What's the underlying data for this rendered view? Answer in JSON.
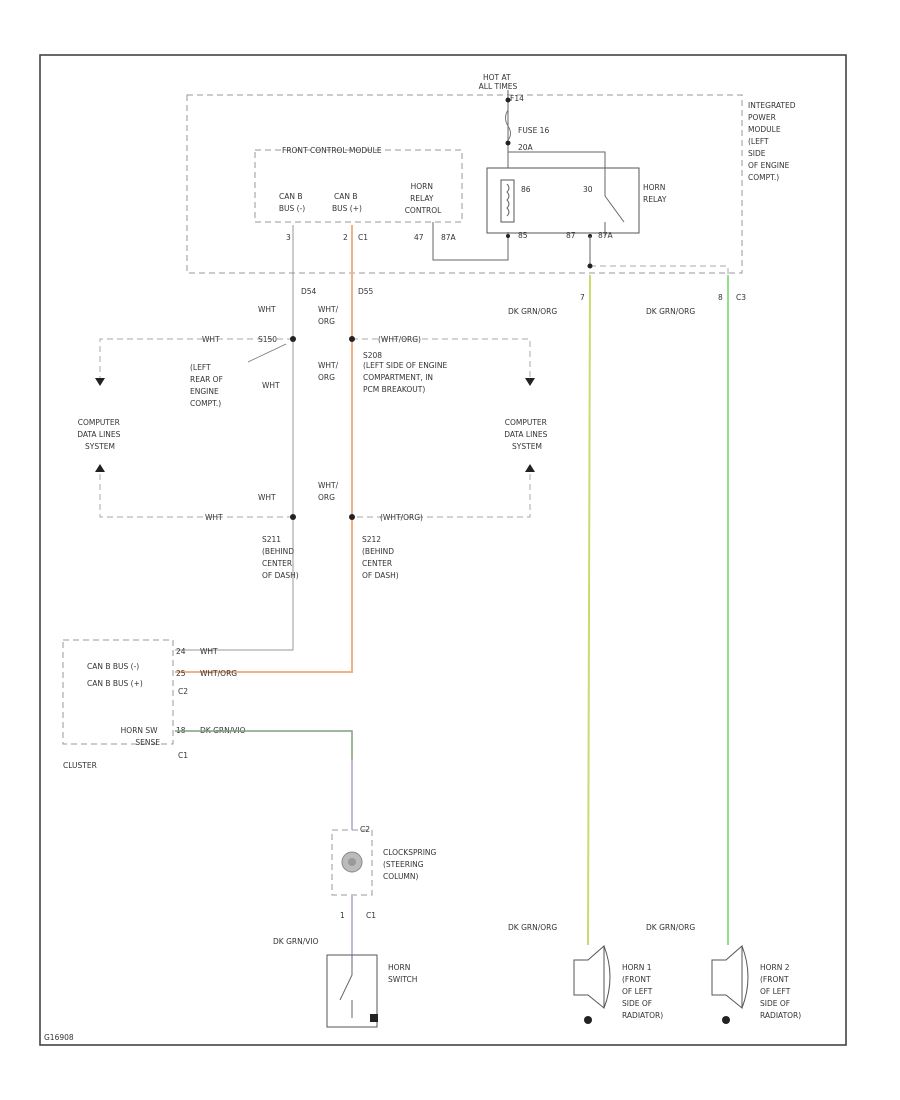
{
  "colors": {
    "frame": "#444444",
    "wire_gray": "#999999",
    "wire_orange": "#f4b183",
    "wire_yellow_green": "#c8dc6e",
    "wire_green": "#90e090",
    "wire_violet": "#c8b8d8",
    "wire_dark_green": "#7f9f7f"
  },
  "labels": {
    "hot_at_all_times": [
      "HOT AT",
      "ALL TIMES"
    ],
    "fuse_num": "F14",
    "fuse": "FUSE 16",
    "fuse_rating": "20A",
    "ipm": [
      "INTEGRATED",
      "POWER",
      "MODULE",
      "(LEFT",
      "SIDE",
      "OF ENGINE",
      "COMPT.)"
    ],
    "fcm_title": "FRONT CONTROL MODULE",
    "can_b_low": [
      "CAN B",
      "BUS (-)"
    ],
    "can_b_high": [
      "CAN B",
      "BUS (+)"
    ],
    "horn_relay_control": [
      "HORN",
      "RELAY",
      "CONTROL"
    ],
    "pin_2": "2",
    "pin_c1": "C1",
    "pin_47": "47",
    "pin_87a": "87A",
    "relay_86": "86",
    "relay_30": "30",
    "relay_85": "85",
    "relay_87": "87",
    "relay_87a2": "87A",
    "horn_relay": [
      "HORN",
      "RELAY"
    ],
    "d54": "D54",
    "d55": "D55",
    "wht_1": "WHT",
    "wht_org_1": [
      "WHT/",
      "ORG"
    ],
    "pin_7": "7",
    "pin_8": "8",
    "pin_c3": "C3",
    "dk_grn_org_1": "DK GRN/ORG",
    "dk_grn_org_2": "DK GRN/ORG",
    "wht_left": "WHT",
    "s150": "S150",
    "wht_org_right": "(WHT/ORG)",
    "s150_loc": [
      "(LEFT",
      "REAR OF",
      "ENGINE",
      "COMPT.)"
    ],
    "wht_2": "WHT",
    "wht_org_2": [
      "WHT/",
      "ORG"
    ],
    "s208": "S208",
    "s208_loc": [
      "(LEFT SIDE OF ENGINE",
      "COMPARTMENT, IN",
      "PCM BREAKOUT)"
    ],
    "cdl_left": [
      "COMPUTER",
      "DATA LINES",
      "SYSTEM"
    ],
    "cdl_right": [
      "COMPUTER",
      "DATA LINES",
      "SYSTEM"
    ],
    "wht_3": "WHT",
    "wht_org_3": [
      "WHT/",
      "ORG"
    ],
    "wht_bottom": "WHT",
    "wht_org_bottom": "(WHT/ORG)",
    "s211": [
      "S211",
      "(BEHIND",
      "CENTER",
      "OF DASH)"
    ],
    "s212": [
      "S212",
      "(BEHIND",
      "CENTER",
      "OF DASH)"
    ],
    "cluster_pin_low": "24",
    "cluster_wire_low": "WHT",
    "cluster_pin_high": "25",
    "cluster_wire_high": "WHT/ORG",
    "cluster_can_low": "CAN B BUS (-)",
    "cluster_can_high": "CAN B BUS (+)",
    "cluster_c2": "C2",
    "horn_sw_sense": [
      "HORN SW",
      "SENSE"
    ],
    "cluster_pin_horn": "18",
    "cluster_wire_horn": "DK GRN/VIO",
    "cluster_c1": "C1",
    "cluster": "CLUSTER",
    "clockspring_c2": "C2",
    "clockspring": [
      "CLOCKSPRING",
      "(STEERING",
      "COLUMN)"
    ],
    "clockspring_pin": "1",
    "clockspring_c1": "C1",
    "dk_grn_vio": "DK GRN/VIO",
    "horn_switch": [
      "HORN",
      "SWITCH"
    ],
    "dk_grn_org_3": "DK GRN/ORG",
    "dk_grn_org_4": "DK GRN/ORG",
    "horn1": [
      "HORN 1",
      "(FRONT",
      "OF LEFT",
      "SIDE OF",
      "RADIATOR)"
    ],
    "horn2": [
      "HORN 2",
      "(FRONT",
      "OF LEFT",
      "SIDE OF",
      "RADIATOR)"
    ],
    "figure_id": "G16908"
  }
}
